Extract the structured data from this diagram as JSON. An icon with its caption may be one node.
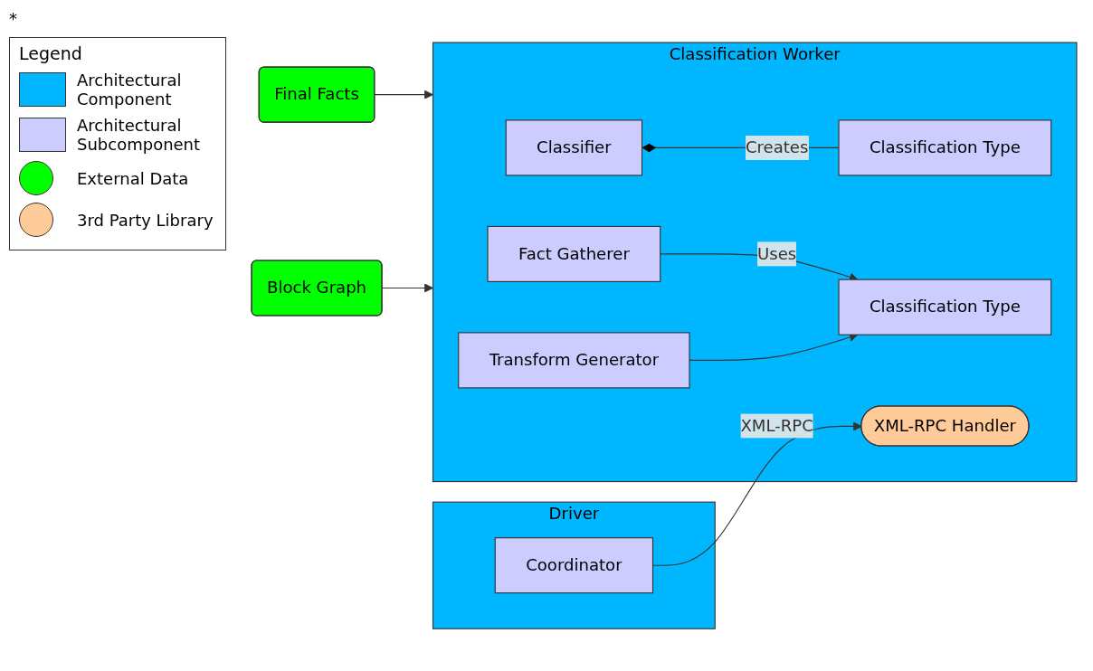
{
  "diagram": {
    "nodes": [
      {
        "text": [
          "Final Facts"
        ]
      },
      {
        "text": [
          "Block Graph"
        ]
      },
      {
        "text": [
          "Classification Worker"
        ]
      },
      {
        "text": [
          "Classifier"
        ],
        "in": 2
      },
      {
        "text": [
          "Classification Type"
        ],
        "in": 2
      },
      {
        "text": [
          "Fact Gatherer"
        ],
        "in": 2
      },
      {
        "text": [
          "Classification Type"
        ],
        "in": 2
      },
      {
        "text": [
          "Transform Generator"
        ],
        "in": 2
      },
      {
        "text": [
          "XML-RPC Handler"
        ],
        "in": 2
      },
      {
        "text": [
          "Driver"
        ]
      },
      {
        "text": [
          "Coordinator"
        ],
        "in": 9
      }
    ],
    "edges": [
      {
        "from": 0,
        "to": 2,
        "arrow": "to"
      },
      {
        "from": 1,
        "to": 2,
        "arrow": "to"
      },
      {
        "from": 10,
        "to": 8,
        "arrow": "to",
        "label": "XML-RPC"
      },
      {
        "from": 3,
        "to": 4,
        "arrow": "other",
        "label": "Creates"
      },
      {
        "from": 5,
        "to": 6,
        "arrow": "to",
        "label": "Uses"
      },
      {
        "from": 7,
        "to": 6,
        "arrow": "to"
      }
    ],
    "labels": [
      "*",
      "Legend"
    ],
    "legend": [
      {
        "text": "Architectural Component",
        "color": "#00b7ff"
      },
      {
        "text": "Architectural Subcomponent",
        "color": "#ccccff"
      },
      {
        "text": "External Data",
        "color": "#00ff00"
      },
      {
        "text": "3rd Party Library",
        "color": "#ffcc99"
      }
    ]
  }
}
